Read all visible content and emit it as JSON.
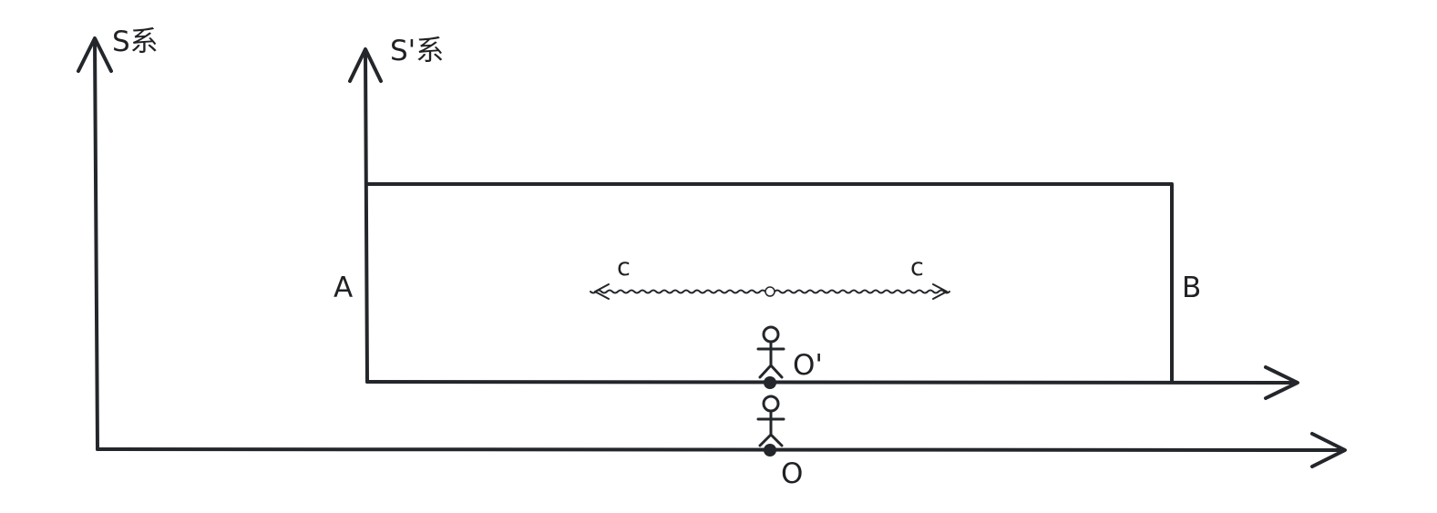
{
  "frames": {
    "s_frame_label": "S系",
    "s_prime_frame_label": "S'系"
  },
  "carriage": {
    "end_a_label": "A",
    "end_b_label": "B"
  },
  "light": {
    "left_speed_label": "c",
    "right_speed_label": "c"
  },
  "observers": {
    "moving_observer_label": "O'",
    "ground_observer_label": "O"
  },
  "colors": {
    "stroke": "#23262a",
    "background": "#ffffff"
  }
}
